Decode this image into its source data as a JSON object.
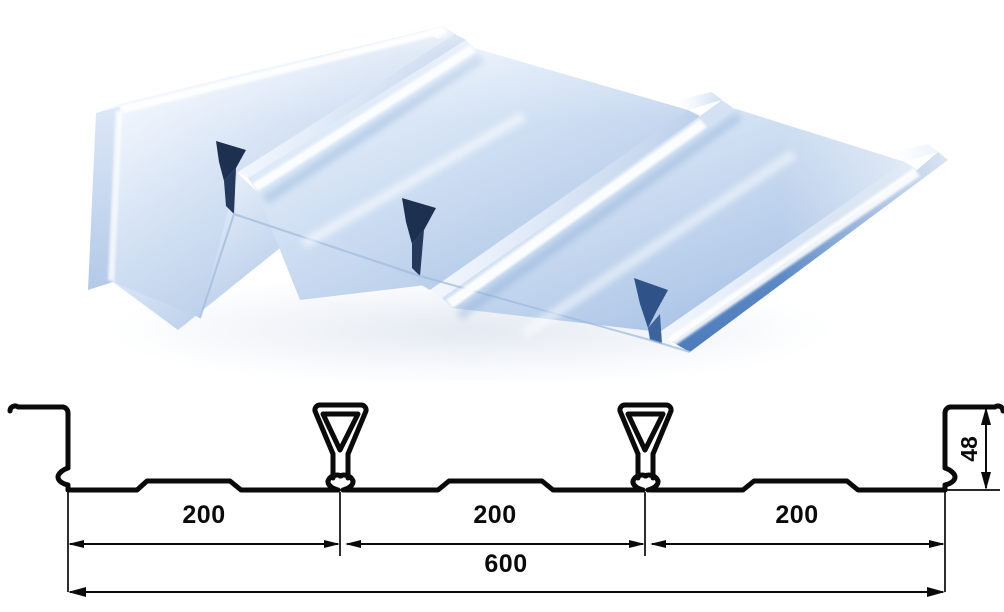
{
  "product": {
    "render_alt": "blue-gray standing seam metal roof deck panel 3d render",
    "drawing_alt": "cross section profile drawing of roof deck panel"
  },
  "colors": {
    "background": "#ffffff",
    "line": "#0a0a0a",
    "panel_highlight": "#fbfdff",
    "panel_light": "#dfeaf8",
    "panel_mid": "#c2d4ec",
    "panel_base": "#aac4e4",
    "panel_shade": "#8fb0da",
    "panel_deep": "#6d96cd",
    "panel_dark": "#4e7cbb",
    "seam_cap": "#1d3050",
    "shadow": "#dfe6ef"
  },
  "dimensions": {
    "units_note": "",
    "module_1": "200",
    "module_2": "200",
    "module_3": "200",
    "overall_width": "600",
    "profile_height": "48"
  },
  "geometry": {
    "pan_count": 3,
    "seam_count": 2,
    "module_pitch_mm": 200,
    "total_width_mm": 600,
    "rib_height_mm": 48
  }
}
